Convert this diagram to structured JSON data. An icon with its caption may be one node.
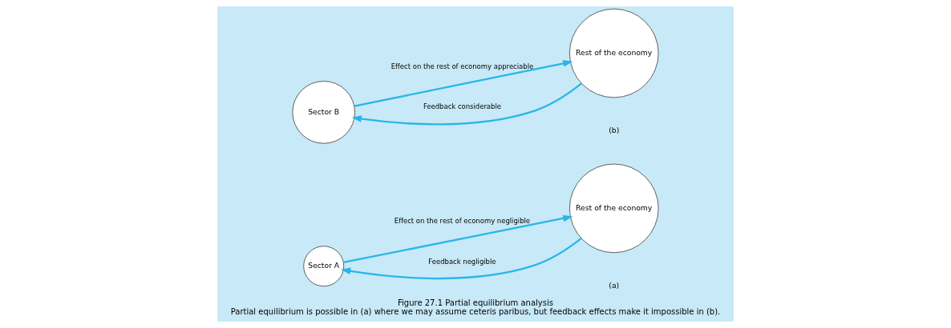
{
  "diagram": {
    "title": "Figure 27.1 Partial equilibrium analysis",
    "caption": "Partial equilibrium is possible in (a) where we may assume ceteris paribus, but feedback effects make it impossible in (b).",
    "nodes": [
      {
        "text": [
          "Sector A"
        ]
      },
      {
        "text": [
          "Rest of the economy"
        ]
      },
      {
        "text": [
          "Sector B"
        ]
      },
      {
        "text": [
          "Rest of the economy"
        ]
      }
    ],
    "edges": [
      {
        "from": 0,
        "to": 1,
        "arrow": "to",
        "label": "Effect on the rest of economy negligible"
      },
      {
        "from": 1,
        "to": 0,
        "arrow": "to",
        "label": "Feedback negligible"
      },
      {
        "from": 2,
        "to": 3,
        "arrow": "to",
        "label": "Effect on the rest of economy appreciable"
      },
      {
        "from": 3,
        "to": 2,
        "arrow": "to",
        "label": "Feedback considerable"
      }
    ],
    "labels": [
      "(a)",
      "(b)"
    ]
  }
}
